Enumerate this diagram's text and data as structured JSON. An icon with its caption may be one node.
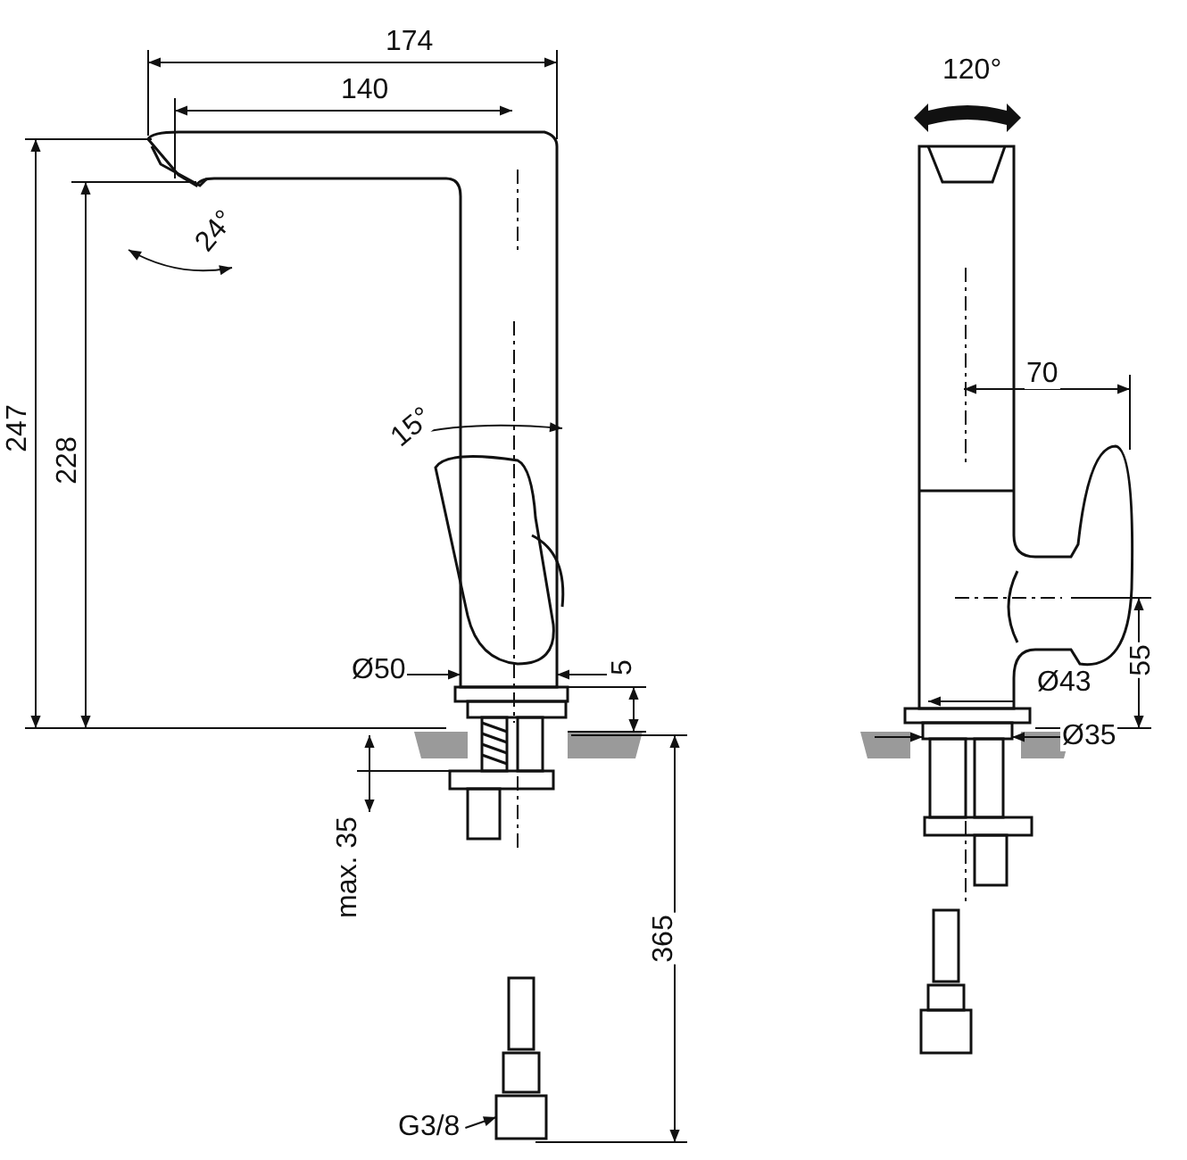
{
  "diagram": {
    "nodes": [
      {
        "text": [
          "G3/8"
        ]
      },
      {
        "text": [],
        "shape": "box"
      }
    ],
    "edges": [
      {
        "from": 0,
        "to": 1,
        "arrow": "to"
      }
    ],
    "labels": [
      "174",
      "140",
      "120°",
      "24°",
      "70",
      "247",
      "228",
      "15°",
      "55",
      "Ø50",
      "5",
      "Ø43",
      "Ø35",
      "max. 35",
      "365"
    ]
  }
}
